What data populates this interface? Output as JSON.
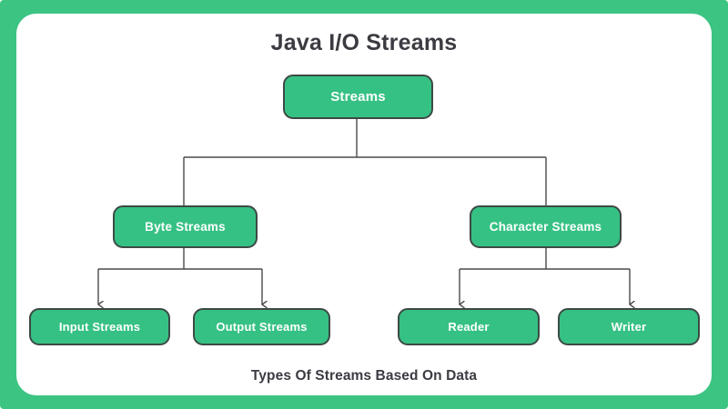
{
  "page": {
    "title": "Java I/O Streams",
    "caption": "Types Of Streams Based On Data"
  },
  "theme": {
    "frame_color": "#3cc482",
    "card_color": "#ffffff",
    "node_fill": "#36c184",
    "node_border": "#3c4a45",
    "node_text": "#ffffff",
    "heading_text": "#3b3b42",
    "connector_color": "#4a4a4a"
  },
  "diagram": {
    "type": "tree",
    "root": {
      "id": "streams",
      "label": "Streams"
    },
    "level2": [
      {
        "id": "byte-streams",
        "label": "Byte Streams"
      },
      {
        "id": "character-streams",
        "label": "Character Streams"
      }
    ],
    "level3": [
      {
        "id": "input-streams",
        "label": "Input Streams",
        "parent": "byte-streams"
      },
      {
        "id": "output-streams",
        "label": "Output Streams",
        "parent": "byte-streams"
      },
      {
        "id": "reader",
        "label": "Reader",
        "parent": "character-streams"
      },
      {
        "id": "writer",
        "label": "Writer",
        "parent": "character-streams"
      }
    ]
  }
}
